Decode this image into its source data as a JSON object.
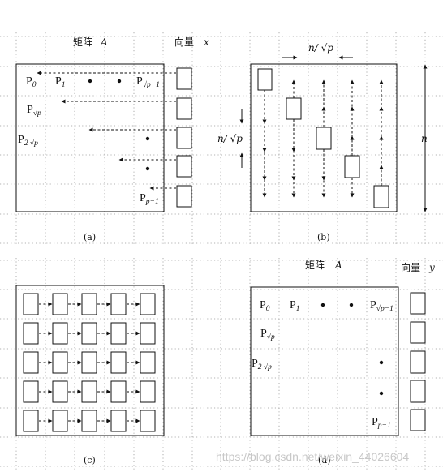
{
  "panel_a": {
    "caption": "(a)",
    "matrix_label": "矩阵",
    "matrix_symbol": "A",
    "vector_label": "向量",
    "vector_symbol": "x",
    "p0": "P",
    "p0_sub": "0",
    "p1": "P",
    "p1_sub": "1",
    "pr1": "P",
    "pr1_sub": "√p−1",
    "psq": "P",
    "psq_sub": "√p",
    "p2sq": "P",
    "p2sq_sub": "2 √p",
    "plast": "P",
    "plast_sub": "p−1"
  },
  "panel_b": {
    "caption": "(b)",
    "top_label": "n/ √p",
    "left_label": "n/ √p",
    "right_label": "n"
  },
  "panel_c": {
    "caption": "(c)"
  },
  "panel_d": {
    "caption": "(d)",
    "matrix_label": "矩阵",
    "matrix_symbol": "A",
    "vector_label": "向量",
    "vector_symbol": "y",
    "p0": "P",
    "p0_sub": "0",
    "p1": "P",
    "p1_sub": "1",
    "pr1": "P",
    "pr1_sub": "√p−1",
    "psq": "P",
    "psq_sub": "√p",
    "p2sq": "P",
    "p2sq_sub": "2 √p",
    "plast": "P",
    "plast_sub": "p−1"
  },
  "watermark": "https://blog.csdn.net/weixin_44026604"
}
